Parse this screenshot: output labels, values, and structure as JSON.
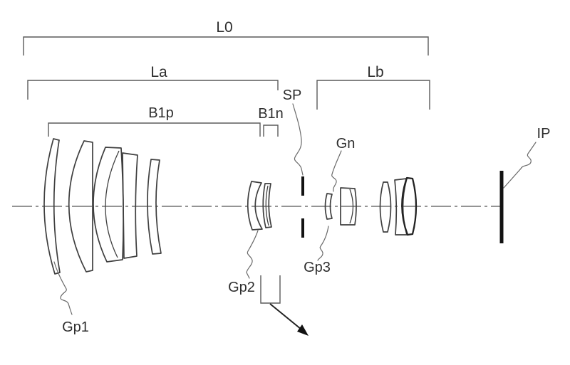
{
  "figure": {
    "background": "#ffffff",
    "line_color": "#3f3f3f",
    "solid_color": "#121212",
    "text_color": "#2e2e2e"
  },
  "labels": {
    "overall_system": "L0",
    "front_unit": "La",
    "rear_unit": "Lb",
    "positive_subunit": "B1p",
    "negative_subunit": "B1n",
    "aperture_stop": "SP",
    "negative_lens_unit": "Gn",
    "image_plane": "IP",
    "group_p1": "Gp1",
    "group_p2": "Gp2",
    "group_p3": "Gp3"
  }
}
